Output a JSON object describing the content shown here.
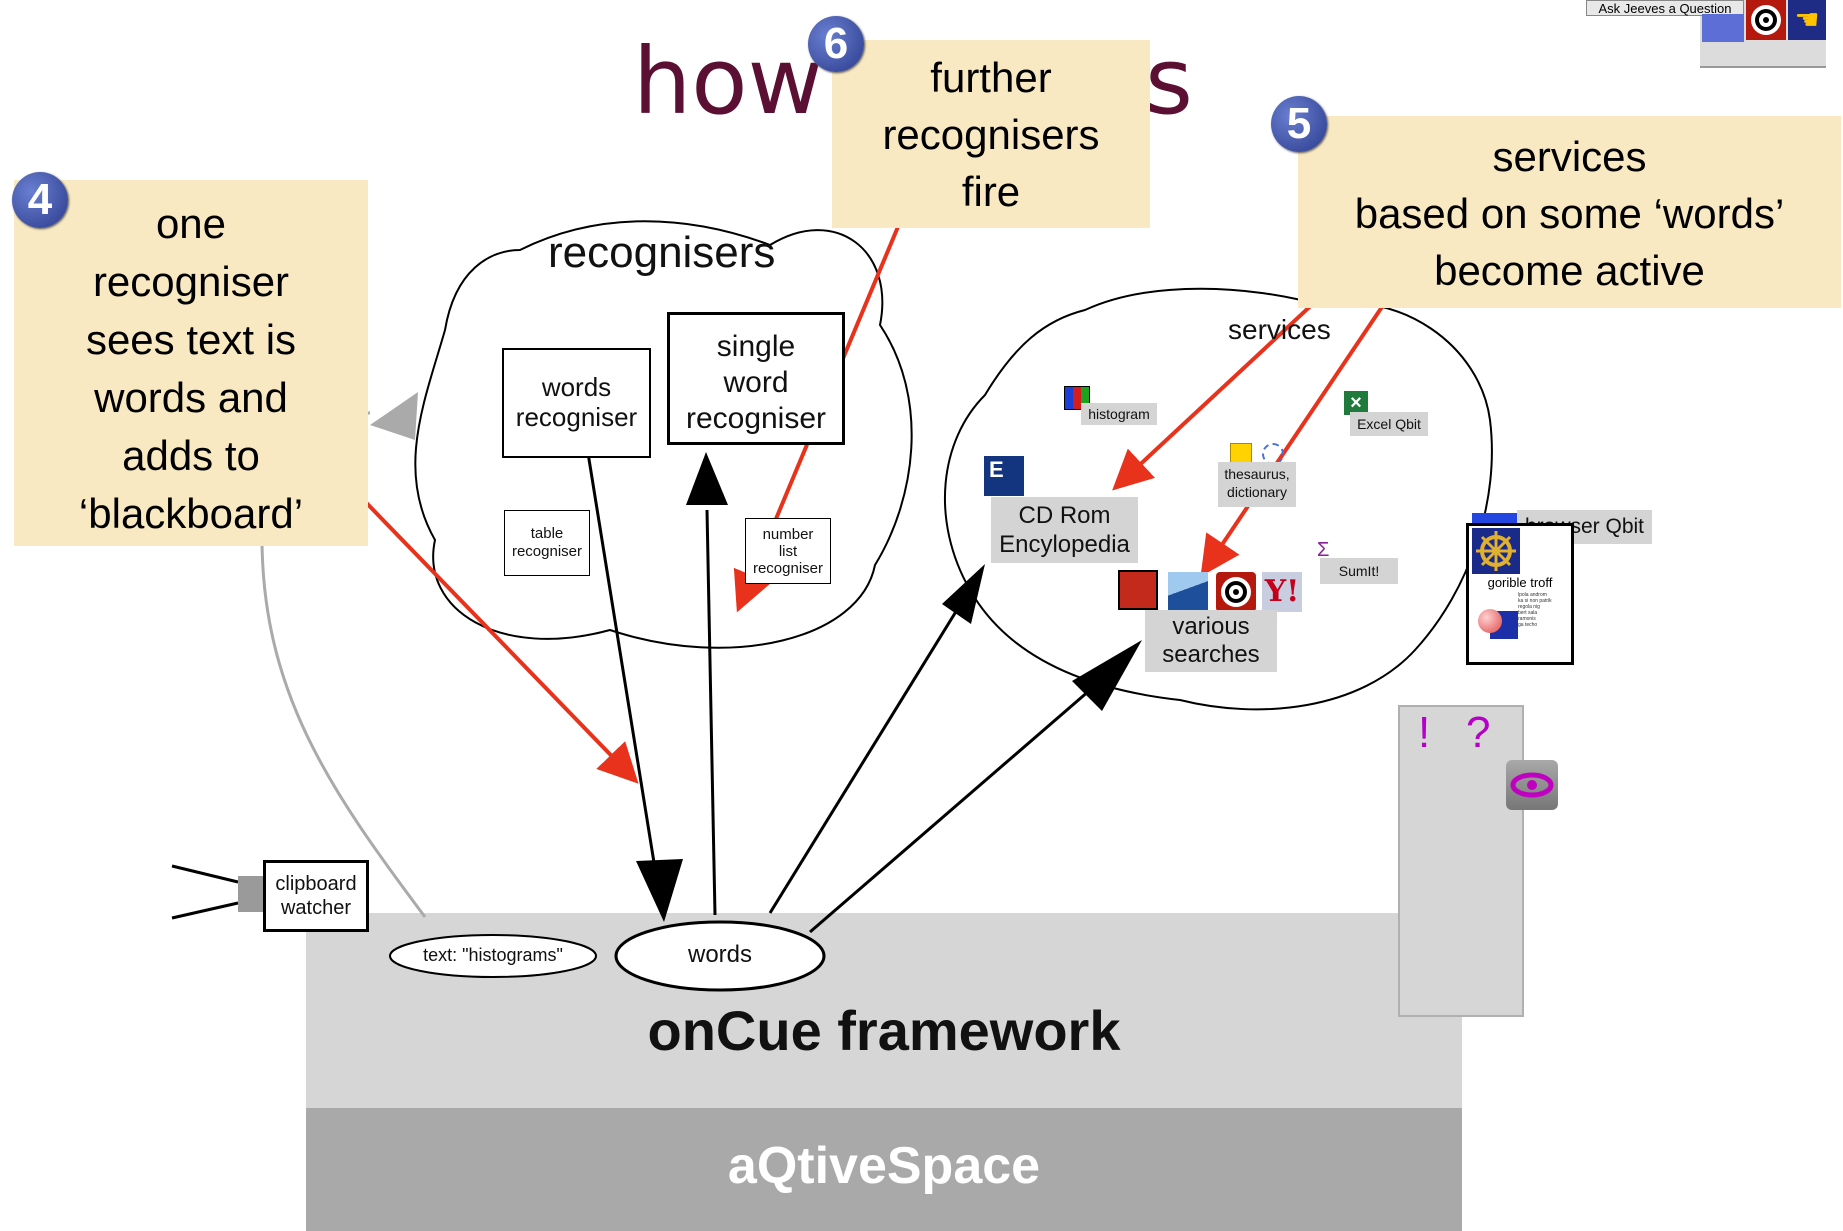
{
  "title": {
    "left": "how",
    "right": "s"
  },
  "callouts": {
    "four": {
      "number": "4",
      "text": "one\nrecogniser\nsees text is\nwords and\nadds to\n‘blackboard’"
    },
    "five": {
      "number": "5",
      "text": "services\nbased on some ‘words’\nbecome active"
    },
    "six": {
      "number": "6",
      "text": "further\nrecognisers\nfire"
    }
  },
  "recognisers": {
    "cloud_label": "recognisers",
    "words": "words\nrecogniser",
    "single_word": "single\nword\nrecogniser",
    "table": "table\nrecogniser",
    "number_list": "number\nlist\nrecogniser"
  },
  "services": {
    "cloud_label": "services",
    "histogram": "histogram",
    "excel": "Excel Qbit",
    "thesaurus": "thesaurus,\ndictionary",
    "cd_rom": "CD Rom\nEncylopedia",
    "sumit": "SumIt!",
    "various": "various\nsearches",
    "browser_qbit": "browser Qbit",
    "goribble": "gorible troff",
    "goribble_body": "lpola androm\nka si non patrik\nregola nig\nbert sala\nramonis\nga techo"
  },
  "top_right": {
    "ask_jeeves": "Ask Jeeves a Question"
  },
  "side_panel": {
    "exclaim": "!",
    "question": "?"
  },
  "framework": {
    "clipboard": "clipboard\nwatcher",
    "text_token": "text: \"histograms\"",
    "words_token": "words",
    "oncue": "onCue framework",
    "aqtive": "aQtiveSpace"
  },
  "colors": {
    "callout_bg": "#f8e9c3",
    "red_arrow": "#e8321c",
    "badge": "#3a4ea8",
    "title": "#5a0f33"
  }
}
